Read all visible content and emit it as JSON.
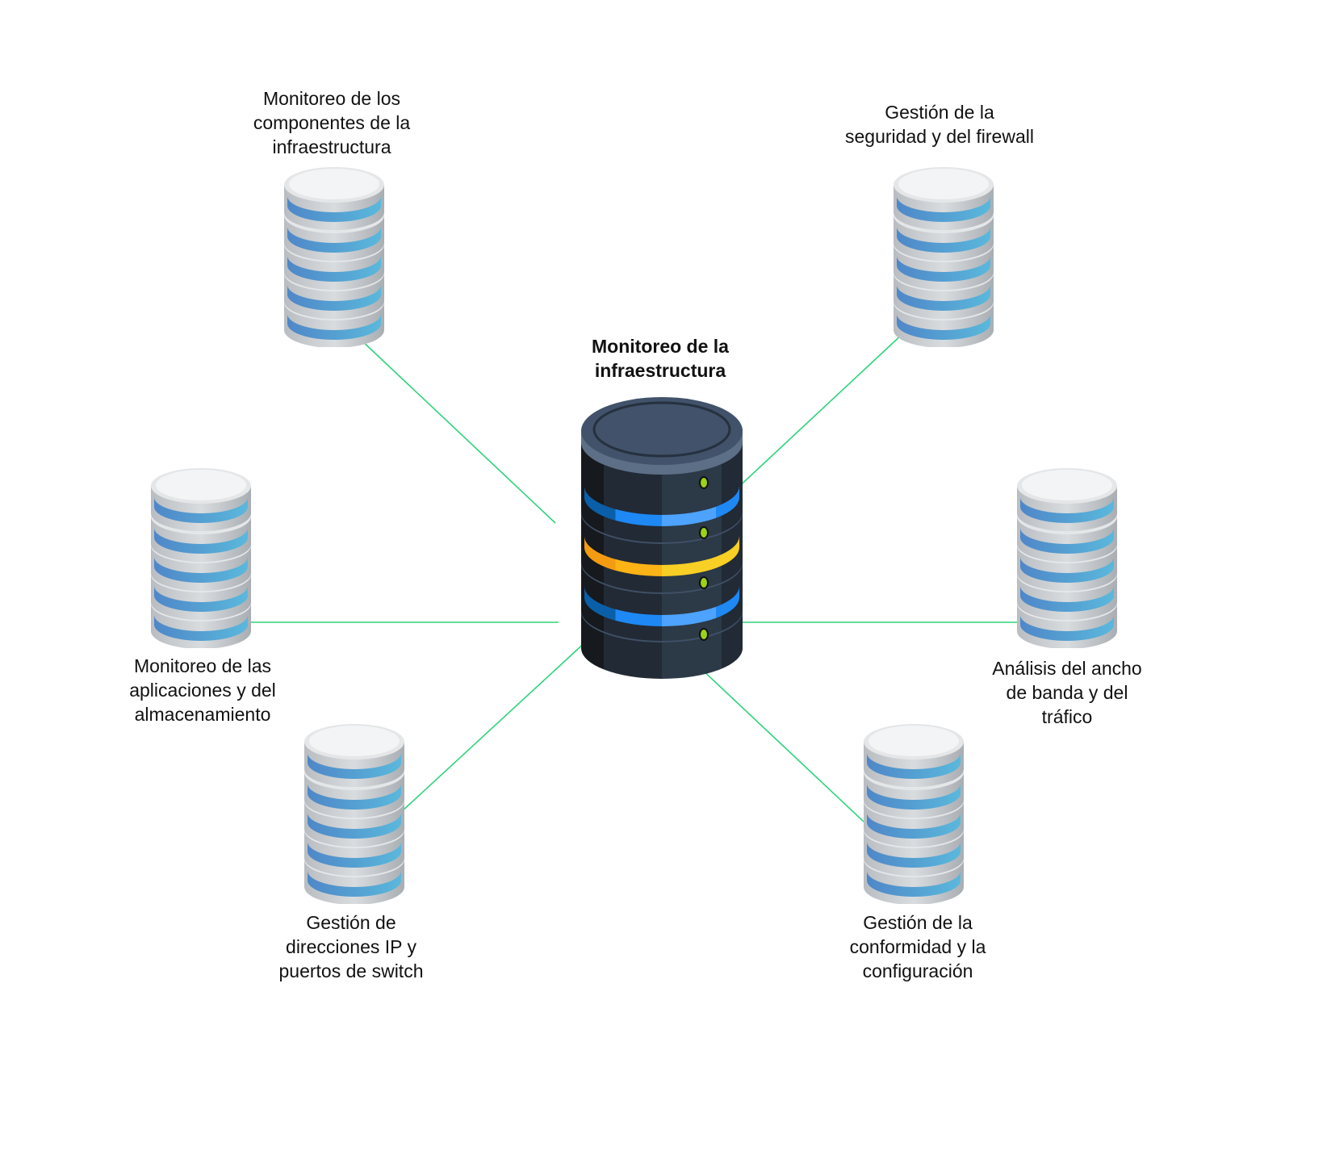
{
  "diagram": {
    "type": "hub-and-spoke",
    "link_color": "#2ed47a",
    "hub": {
      "id": "hub",
      "label": "Monitoreo de la infraestructura",
      "label_lines": [
        "Monitoreo de la",
        "infraestructura"
      ],
      "style": "dark-server",
      "ring_colors": [
        "#1e88f5",
        "#fbbf24",
        "#1e88f5"
      ],
      "led_color": "#9ad318"
    },
    "nodes": [
      {
        "id": "infra-components",
        "label_lines": [
          "Monitoreo de los",
          "componentes de la",
          "infraestructura"
        ]
      },
      {
        "id": "security-firewall",
        "label_lines": [
          "Gestión de la",
          "seguridad y del firewall"
        ]
      },
      {
        "id": "apps-storage",
        "label_lines": [
          "Monitoreo de las",
          "aplicaciones y del",
          "almacenamiento"
        ]
      },
      {
        "id": "bandwidth-traffic",
        "label_lines": [
          "Análisis del ancho",
          "de banda y del",
          "tráfico"
        ]
      },
      {
        "id": "ip-switch-ports",
        "label_lines": [
          "Gestión de",
          "direcciones IP y",
          "puertos de switch"
        ]
      },
      {
        "id": "compliance-config",
        "label_lines": [
          "Gestión de la",
          "conformidad y la",
          "configuración"
        ]
      }
    ],
    "edges": [
      {
        "from": "hub",
        "to": "infra-components"
      },
      {
        "from": "hub",
        "to": "security-firewall"
      },
      {
        "from": "hub",
        "to": "apps-storage"
      },
      {
        "from": "hub",
        "to": "bandwidth-traffic"
      },
      {
        "from": "hub",
        "to": "ip-switch-ports"
      },
      {
        "from": "hub",
        "to": "compliance-config"
      }
    ]
  }
}
